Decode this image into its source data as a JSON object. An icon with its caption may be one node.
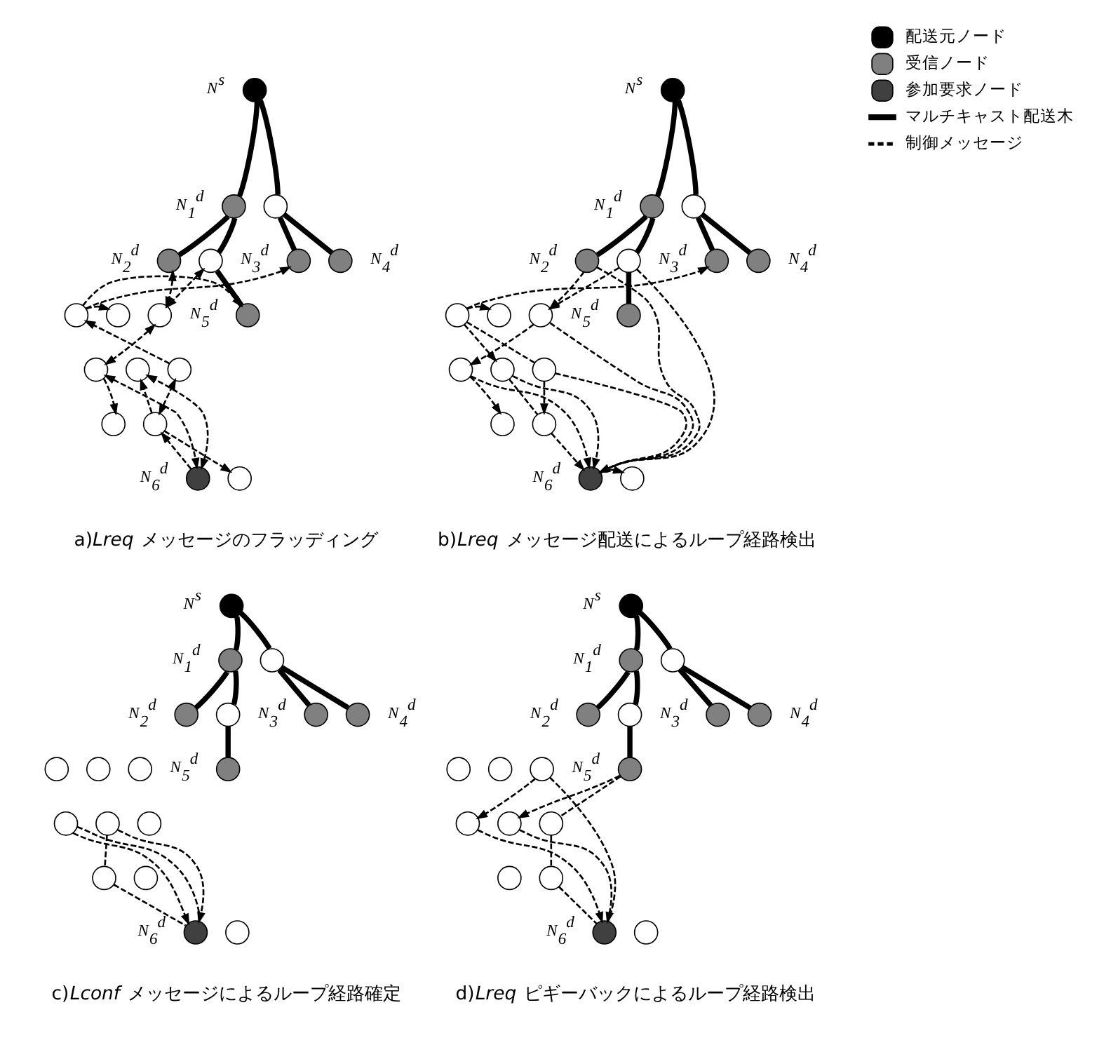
{
  "diagram": {
    "nodes": [
      {
        "text": [],
        "shape": "circle",
        "beside": [
          "N$^{s}$"
        ]
      },
      {
        "text": [],
        "shape": "circle",
        "beside": [
          "N$_{1}$$^{d}$"
        ]
      },
      {
        "text": [],
        "shape": "circle"
      },
      {
        "text": [],
        "shape": "circle",
        "beside": [
          "N$_{2}$$^{d}$"
        ]
      },
      {
        "text": [],
        "shape": "circle"
      },
      {
        "text": [],
        "shape": "circle",
        "beside": [
          "N$_{3}$$^{d}$"
        ]
      },
      {
        "text": [],
        "shape": "circle",
        "beside": [
          "N$_{4}$$^{d}$"
        ]
      },
      {
        "text": [],
        "shape": "circle"
      },
      {
        "text": [],
        "shape": "circle",
        "beside": [
          "N$_{5}$$^{d}$"
        ]
      },
      {
        "text": [],
        "shape": "circle"
      },
      {
        "text": [],
        "shape": "circle"
      },
      {
        "text": [],
        "shape": "circle"
      },
      {
        "text": [],
        "shape": "circle"
      },
      {
        "text": [],
        "shape": "circle"
      },
      {
        "text": [],
        "shape": "circle"
      },
      {
        "text": [],
        "shape": "circle",
        "beside": [
          "N$_{6}$$^{d}$"
        ]
      },
      {
        "text": [],
        "shape": "circle"
      },
      {
        "text": [],
        "shape": "circle"
      },
      {
        "text": [],
        "shape": "circle",
        "beside": [
          "N$^{s}$"
        ]
      },
      {
        "text": [],
        "shape": "circle",
        "beside": [
          "N$_{1}$$^{d}$"
        ]
      },
      {
        "text": [],
        "shape": "circle"
      },
      {
        "text": [],
        "shape": "circle",
        "beside": [
          "N$_{2}$$^{d}$"
        ]
      },
      {
        "text": [],
        "shape": "circle"
      },
      {
        "text": [],
        "shape": "circle",
        "beside": [
          "N$_{3}$$^{d}$"
        ]
      },
      {
        "text": [],
        "shape": "circle",
        "beside": [
          "N$_{4}$$^{d}$"
        ]
      },
      {
        "text": [],
        "shape": "circle"
      },
      {
        "text": [],
        "shape": "circle",
        "beside": [
          "N$_{5}$$^{d}$"
        ]
      },
      {
        "text": [],
        "shape": "circle"
      },
      {
        "text": [],
        "shape": "circle"
      },
      {
        "text": [],
        "shape": "circle"
      },
      {
        "text": [],
        "shape": "circle"
      },
      {
        "text": [],
        "shape": "circle"
      },
      {
        "text": [],
        "shape": "circle"
      },
      {
        "text": [],
        "shape": "circle",
        "beside": [
          "N$_{6}$$^{d}$"
        ]
      },
      {
        "text": [],
        "shape": "circle"
      },
      {
        "text": [],
        "shape": "circle"
      },
      {
        "text": [],
        "shape": "circle",
        "beside": [
          "N$^{s}$"
        ]
      },
      {
        "text": [],
        "shape": "circle",
        "beside": [
          "N$_{1}$$^{d}$"
        ]
      },
      {
        "text": [],
        "shape": "circle"
      },
      {
        "text": [],
        "shape": "circle",
        "beside": [
          "N$_{2}$$^{d}$"
        ]
      },
      {
        "text": [],
        "shape": "circle"
      },
      {
        "text": [],
        "shape": "circle",
        "beside": [
          "N$_{3}$$^{d}$"
        ]
      },
      {
        "text": [],
        "shape": "circle",
        "beside": [
          "N$_{4}$$^{d}$"
        ]
      },
      {
        "text": [],
        "shape": "circle"
      },
      {
        "text": [],
        "shape": "circle",
        "beside": [
          "N$_{5}$$^{d}$"
        ]
      },
      {
        "text": [],
        "shape": "circle"
      },
      {
        "text": [],
        "shape": "circle"
      },
      {
        "text": [],
        "shape": "circle"
      },
      {
        "text": [],
        "shape": "circle"
      },
      {
        "text": [],
        "shape": "circle"
      },
      {
        "text": [],
        "shape": "circle"
      },
      {
        "text": [],
        "shape": "circle"
      },
      {
        "text": [],
        "shape": "circle",
        "beside": [
          "N$_{6}$$^{d}$"
        ]
      },
      {
        "text": [],
        "shape": "circle"
      },
      {
        "text": [],
        "shape": "circle",
        "beside": [
          "N$^{s}$"
        ]
      },
      {
        "text": [],
        "shape": "circle",
        "beside": [
          "N$_{1}$$^{d}$"
        ]
      },
      {
        "text": [],
        "shape": "circle"
      },
      {
        "text": [],
        "shape": "circle",
        "beside": [
          "N$_{2}$$^{d}$"
        ]
      },
      {
        "text": [],
        "shape": "circle"
      },
      {
        "text": [],
        "shape": "circle",
        "beside": [
          "N$_{3}$$^{d}$"
        ]
      },
      {
        "text": [],
        "shape": "circle",
        "beside": [
          "N$_{4}$$^{d}$"
        ]
      },
      {
        "text": [],
        "shape": "circle"
      },
      {
        "text": [],
        "shape": "circle",
        "beside": [
          "N$_{5}$$^{d}$"
        ]
      },
      {
        "text": [],
        "shape": "circle"
      },
      {
        "text": [],
        "shape": "circle"
      },
      {
        "text": [],
        "shape": "circle"
      },
      {
        "text": [],
        "shape": "circle"
      },
      {
        "text": [],
        "shape": "circle"
      },
      {
        "text": [],
        "shape": "circle"
      },
      {
        "text": [],
        "shape": "circle"
      },
      {
        "text": [],
        "shape": "circle",
        "beside": [
          "N$_{6}$$^{d}$"
        ]
      },
      {
        "text": [],
        "shape": "circle"
      }
    ],
    "edges": [
      {
        "from": 0,
        "to": 1,
        "arrow": "none",
        "style": "thick"
      },
      {
        "from": 0,
        "to": 2,
        "arrow": "none",
        "style": "thick"
      },
      {
        "from": 1,
        "to": 3,
        "arrow": "none",
        "style": "thick"
      },
      {
        "from": 1,
        "to": 4,
        "arrow": "none",
        "style": "thick"
      },
      {
        "from": 4,
        "to": 8,
        "arrow": "none",
        "style": "thick"
      },
      {
        "from": 2,
        "to": 5,
        "arrow": "none",
        "style": "thick"
      },
      {
        "from": 2,
        "to": 6,
        "arrow": "none",
        "style": "thick"
      },
      {
        "from": 3,
        "to": 7,
        "arrow": "both",
        "style": "dashed"
      },
      {
        "from": 4,
        "to": 7,
        "arrow": "both",
        "style": "dashed"
      },
      {
        "from": 7,
        "to": 11,
        "arrow": "both",
        "style": "dashed"
      },
      {
        "from": 11,
        "to": 14,
        "arrow": "to",
        "style": "dashed"
      },
      {
        "from": 11,
        "to": 15,
        "arrow": "both",
        "style": "dashed"
      },
      {
        "from": 15,
        "to": 12,
        "arrow": "both",
        "style": "dashed"
      },
      {
        "from": 15,
        "to": 16,
        "arrow": "to",
        "style": "dashed"
      },
      {
        "from": 16,
        "to": 12,
        "arrow": "to",
        "style": "dashed"
      },
      {
        "from": 16,
        "to": 13,
        "arrow": "both",
        "style": "dashed"
      },
      {
        "from": 13,
        "to": 9,
        "arrow": "to",
        "style": "dashed"
      },
      {
        "from": 9,
        "to": 8,
        "arrow": "to",
        "style": "dashed"
      },
      {
        "from": 9,
        "to": 5,
        "arrow": "to",
        "style": "dashed"
      },
      {
        "from": 9,
        "to": 10,
        "arrow": "to",
        "style": "dashed"
      },
      {
        "from": 16,
        "to": 17,
        "arrow": "to",
        "style": "dashed"
      },
      {
        "from": 18,
        "to": 19,
        "arrow": "none",
        "style": "thick"
      },
      {
        "from": 18,
        "to": 20,
        "arrow": "none",
        "style": "thick"
      },
      {
        "from": 19,
        "to": 21,
        "arrow": "none",
        "style": "thick"
      },
      {
        "from": 19,
        "to": 22,
        "arrow": "none",
        "style": "thick"
      },
      {
        "from": 22,
        "to": 26,
        "arrow": "none",
        "style": "thick"
      },
      {
        "from": 20,
        "to": 23,
        "arrow": "none",
        "style": "thick"
      },
      {
        "from": 20,
        "to": 24,
        "arrow": "none",
        "style": "thick"
      },
      {
        "from": 21,
        "to": 25,
        "arrow": "to",
        "style": "dashed"
      },
      {
        "from": 21,
        "to": 33,
        "arrow": "to",
        "style": "dashed"
      },
      {
        "from": 22,
        "to": 25,
        "arrow": "to",
        "style": "dashed"
      },
      {
        "from": 22,
        "to": 33,
        "arrow": "to",
        "style": "dashed"
      },
      {
        "from": 25,
        "to": 29,
        "arrow": "to",
        "style": "dashed"
      },
      {
        "from": 25,
        "to": 33,
        "arrow": "to",
        "style": "dashed"
      },
      {
        "from": 29,
        "to": 32,
        "arrow": "to",
        "style": "dashed"
      },
      {
        "from": 29,
        "to": 33,
        "arrow": "to",
        "style": "dashed"
      },
      {
        "from": 27,
        "to": 30,
        "arrow": "to",
        "style": "dashed"
      },
      {
        "from": 30,
        "to": 33,
        "arrow": "to",
        "style": "dashed"
      },
      {
        "from": 30,
        "to": 34,
        "arrow": "none",
        "style": "dashed"
      },
      {
        "from": 31,
        "to": 34,
        "arrow": "to",
        "style": "dashed"
      },
      {
        "from": 34,
        "to": 33,
        "arrow": "to",
        "style": "dashed"
      },
      {
        "from": 27,
        "to": 23,
        "arrow": "to",
        "style": "dashed"
      },
      {
        "from": 27,
        "to": 28,
        "arrow": "to",
        "style": "dashed"
      },
      {
        "from": 27,
        "to": 31,
        "arrow": "none",
        "style": "dashed"
      },
      {
        "from": 31,
        "to": 33,
        "arrow": "to",
        "style": "dashed"
      },
      {
        "from": 33,
        "to": 35,
        "arrow": "to",
        "style": "dashed"
      },
      {
        "from": 36,
        "to": 37,
        "arrow": "none",
        "style": "thick"
      },
      {
        "from": 36,
        "to": 38,
        "arrow": "none",
        "style": "thick"
      },
      {
        "from": 37,
        "to": 39,
        "arrow": "none",
        "style": "thick"
      },
      {
        "from": 37,
        "to": 40,
        "arrow": "none",
        "style": "thick"
      },
      {
        "from": 40,
        "to": 44,
        "arrow": "none",
        "style": "thick"
      },
      {
        "from": 38,
        "to": 41,
        "arrow": "none",
        "style": "thick"
      },
      {
        "from": 38,
        "to": 42,
        "arrow": "none",
        "style": "thick"
      },
      {
        "from": 47,
        "to": 52,
        "arrow": "to",
        "style": "dashed"
      },
      {
        "from": 47,
        "to": 52,
        "arrow": "none",
        "style": "dashed"
      },
      {
        "from": 48,
        "to": 52,
        "arrow": "to",
        "style": "dashed"
      },
      {
        "from": 48,
        "to": 51,
        "arrow": "none",
        "style": "dashed"
      },
      {
        "from": 51,
        "to": 52,
        "arrow": "none",
        "style": "dashed"
      },
      {
        "from": 54,
        "to": 55,
        "arrow": "none",
        "style": "thick"
      },
      {
        "from": 54,
        "to": 56,
        "arrow": "none",
        "style": "thick"
      },
      {
        "from": 55,
        "to": 57,
        "arrow": "none",
        "style": "thick"
      },
      {
        "from": 55,
        "to": 58,
        "arrow": "none",
        "style": "thick"
      },
      {
        "from": 58,
        "to": 62,
        "arrow": "none",
        "style": "thick"
      },
      {
        "from": 56,
        "to": 59,
        "arrow": "none",
        "style": "thick"
      },
      {
        "from": 56,
        "to": 60,
        "arrow": "none",
        "style": "thick"
      },
      {
        "from": 61,
        "to": 65,
        "arrow": "to",
        "style": "dashed"
      },
      {
        "from": 61,
        "to": 70,
        "arrow": "none",
        "style": "dashed"
      },
      {
        "from": 65,
        "to": 70,
        "arrow": "to",
        "style": "dashed"
      },
      {
        "from": 62,
        "to": 66,
        "arrow": "to",
        "style": "dashed"
      },
      {
        "from": 62,
        "to": 67,
        "arrow": "none",
        "style": "dashed"
      },
      {
        "from": 67,
        "to": 69,
        "arrow": "none",
        "style": "dashed"
      },
      {
        "from": 69,
        "to": 70,
        "arrow": "none",
        "style": "dashed"
      },
      {
        "from": 66,
        "to": 70,
        "arrow": "to",
        "style": "dashed"
      }
    ],
    "labels": [
      "a)*Lreq* メッセージのフラッディング",
      "b)*Lreq* メッセージ配送によるループ経路検出",
      "c)*Lconf* メッセージによるループ経路確定",
      "d)*Lreq* ピギーバックによるループ経路検出"
    ],
    "legend": [
      {
        "text": "配送元ノード",
        "color": "#000000"
      },
      {
        "text": "受信ノード",
        "color": "#808080"
      },
      {
        "text": "参加要求ノード",
        "color": "#404040"
      },
      {
        "text": "マルチキャスト配送木"
      },
      {
        "text": "制御メッセージ"
      }
    ]
  }
}
